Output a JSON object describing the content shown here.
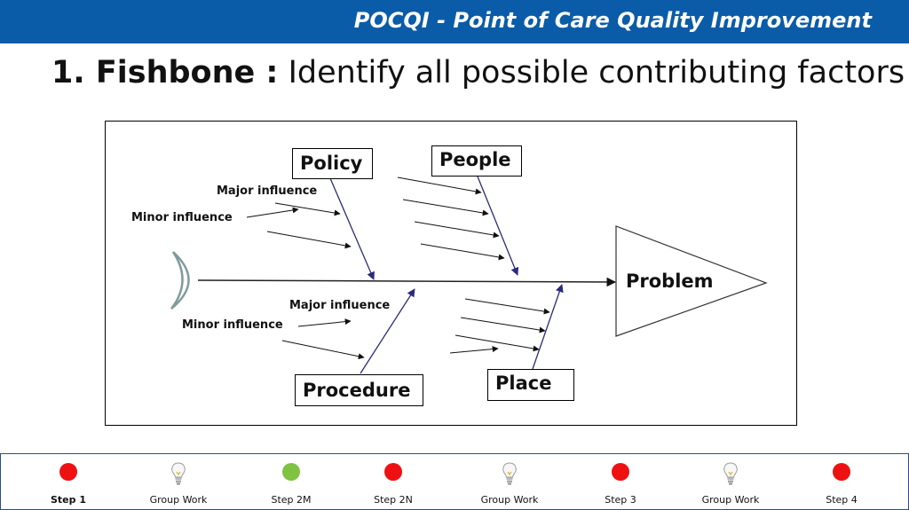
{
  "header": {
    "title": "POCQI - Point of Care Quality Improvement"
  },
  "slide": {
    "heading_bold": "1. Fishbone :",
    "heading_text": " Identify all possible contributing factors"
  },
  "diagram": {
    "categories": {
      "policy": "Policy",
      "people": "People",
      "procedure": "Procedure",
      "place": "Place"
    },
    "problem": "Problem",
    "labels": {
      "major_upper": "Major influence",
      "minor_upper": "Minor influence",
      "major_lower": "Major influence",
      "minor_lower": "Minor influence"
    },
    "colors": {
      "category_line": "#2b2b7a",
      "spine": "#222222",
      "head_icon": "#7f9c9a"
    }
  },
  "steps": [
    {
      "label": "Step 1",
      "kind": "dot",
      "color": "#ee1111",
      "bold": true
    },
    {
      "label": "Group Work",
      "kind": "bulb",
      "icon": "lightbulb-icon"
    },
    {
      "label": "Step 2M",
      "kind": "dot",
      "color": "#80c342"
    },
    {
      "label": "Step 2N",
      "kind": "dot",
      "color": "#ee1111"
    },
    {
      "label": "Group Work",
      "kind": "bulb",
      "icon": "lightbulb-icon"
    },
    {
      "label": "Step 3",
      "kind": "dot",
      "color": "#ee1111"
    },
    {
      "label": "Group Work",
      "kind": "bulb",
      "icon": "lightbulb-icon"
    },
    {
      "label": "Step 4",
      "kind": "dot",
      "color": "#ee1111"
    }
  ]
}
